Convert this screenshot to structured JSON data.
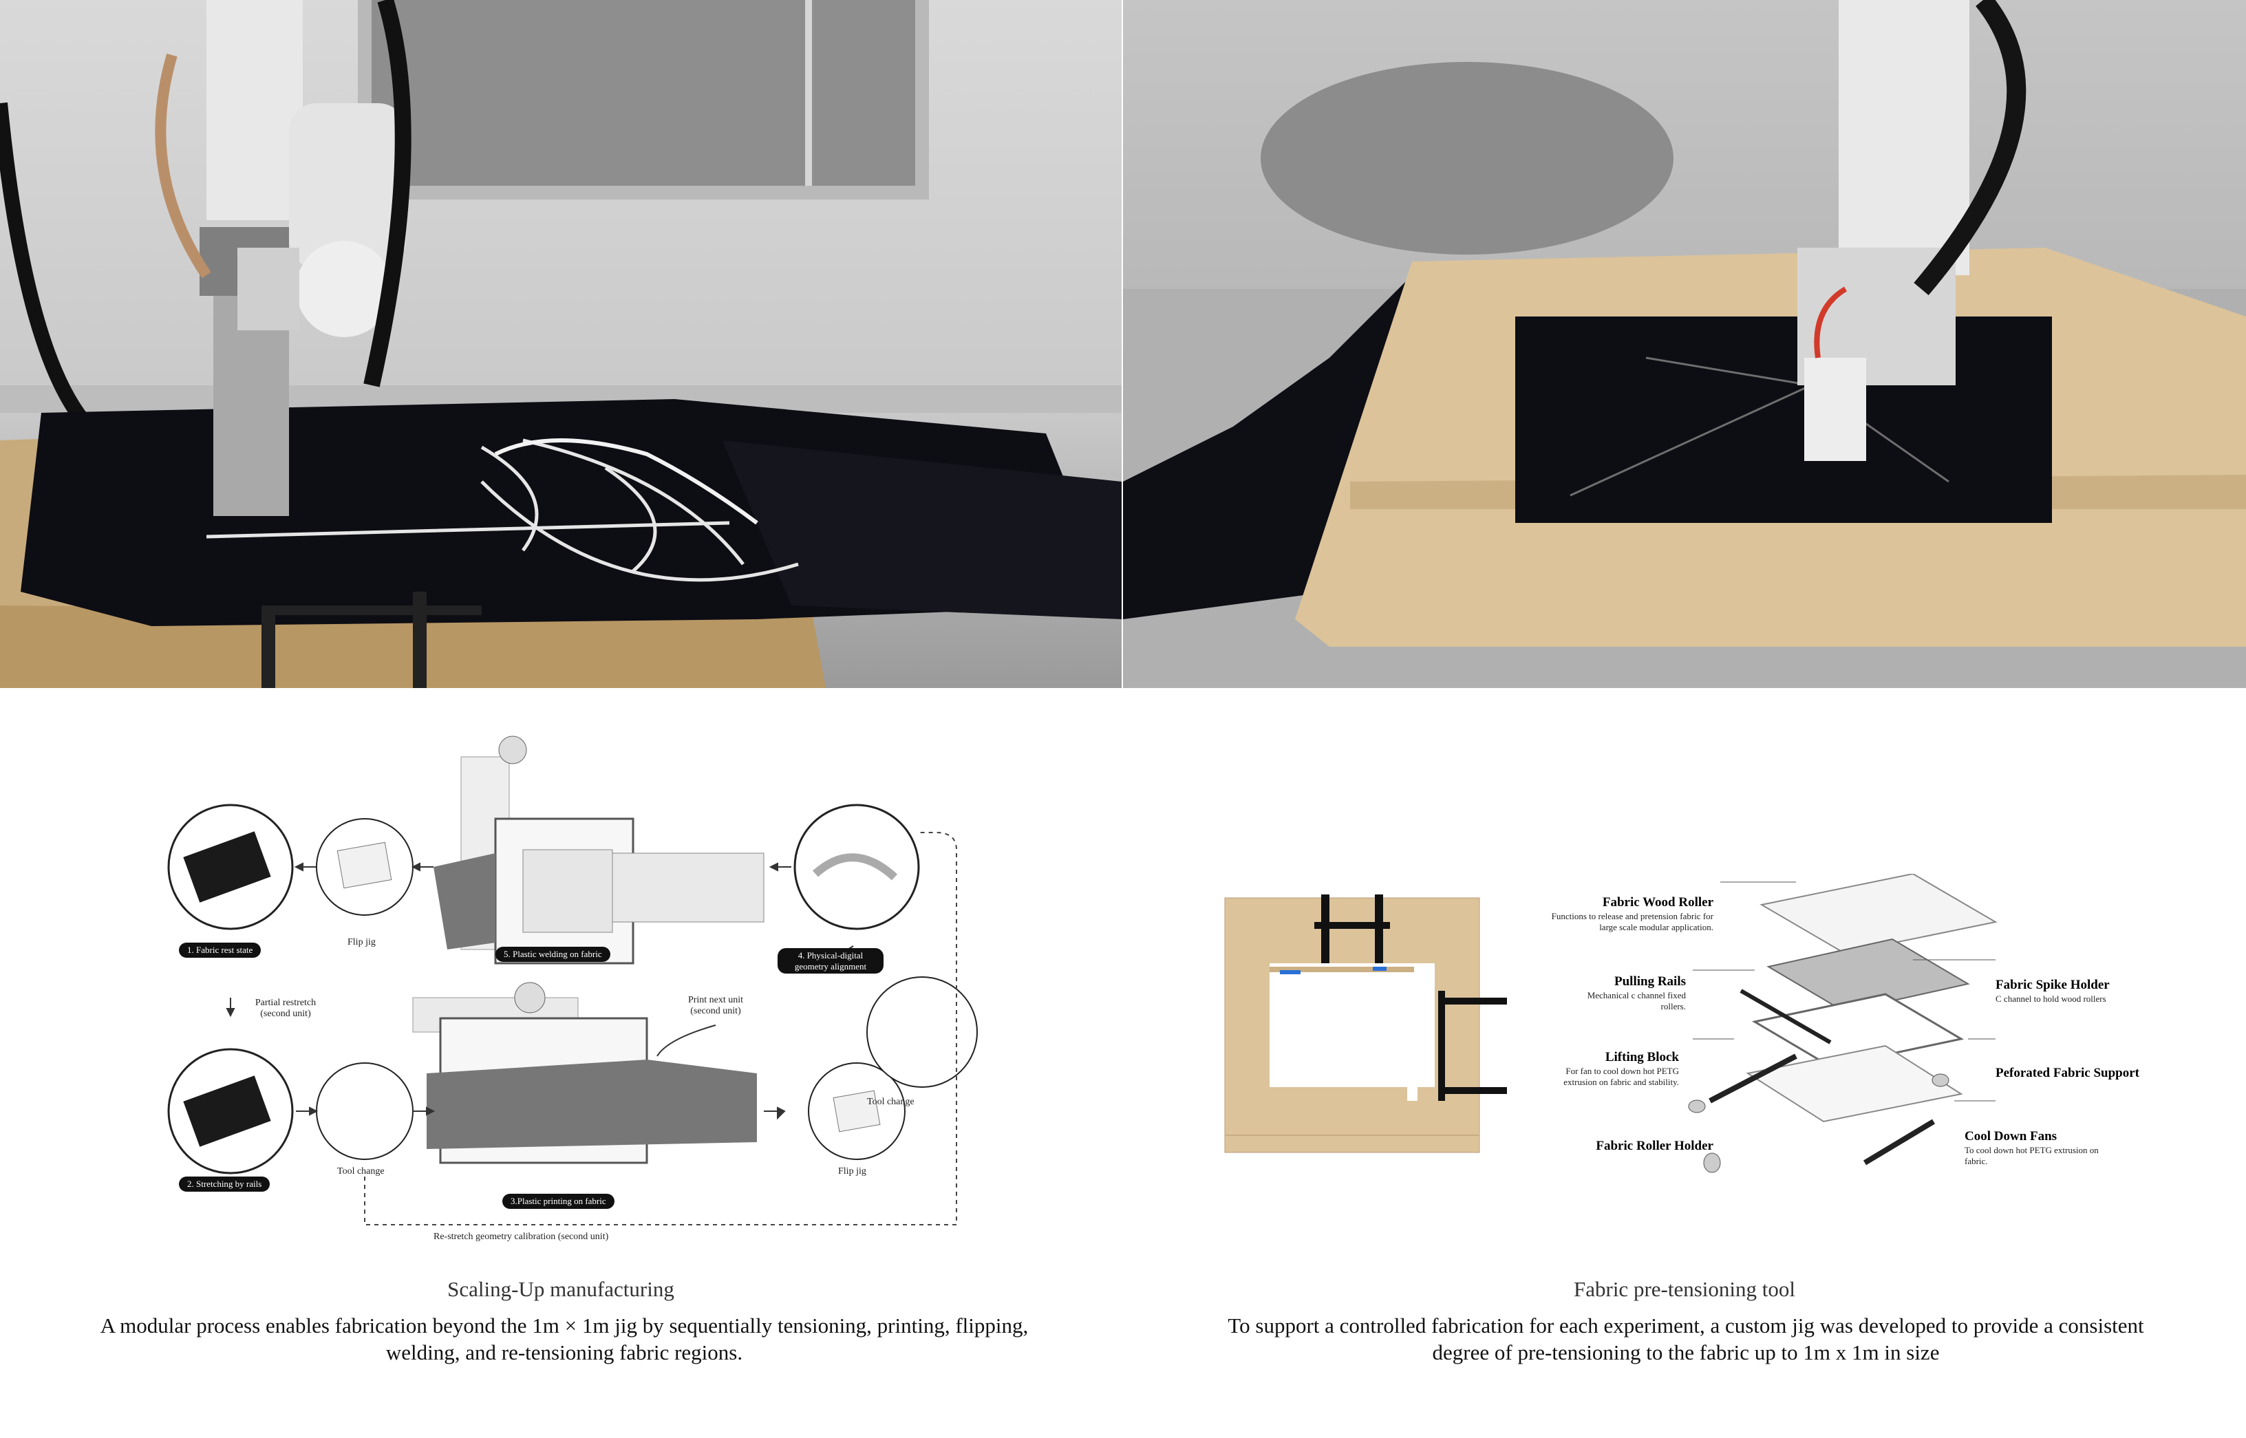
{
  "process_diagram": {
    "steps": {
      "s1": "1. Fabric rest state",
      "s2": "2. Stretching by rails",
      "s3": "3.Plastic printing on fabric",
      "s4": "4. Physical-digital geometry alignment",
      "s5": "5. Plastic welding on fabric"
    },
    "labels": {
      "flip_jig_top": "Flip jig",
      "partial_restretch": "Partial restretch (second unit)",
      "tool_change_bottom": "Tool change",
      "flip_jig_bottom": "Flip jig",
      "print_next_unit": "Print next unit (second unit)",
      "tool_change_right": "Tool change",
      "restretch_calibration": "Re-stretch geometry calibration (second unit)"
    }
  },
  "jig_diagram": {
    "annotations": {
      "roller_title": "Fabric Wood Roller",
      "roller_desc": "Functions to release and pretension fabric for large scale modular application.",
      "rails_title": "Pulling Rails",
      "rails_desc": "Mechanical c channel fixed rollers.",
      "lift_title": "Lifting Block",
      "lift_desc": "For fan to cool down hot PETG extrusion on fabric and stability.",
      "holder_title": "Fabric Roller Holder",
      "spike_title": "Fabric Spike Holder",
      "spike_desc": "C channel to hold wood rollers",
      "support_title": "Peforated Fabric Support",
      "fans_title": "Cool Down Fans",
      "fans_desc": "To cool down hot PETG extrusion on fabric."
    }
  },
  "captions": {
    "left_title": "Scaling-Up manufacturing",
    "left_text": "A modular process enables fabrication beyond the 1m × 1m jig by sequentially tensioning, printing, flipping, welding, and re-tensioning fabric regions.",
    "right_title": "Fabric pre-tensioning tool",
    "right_text": "To support a controlled fabrication for each experiment, a custom jig was developed to provide a consistent degree of pre-tensioning to the fabric up to 1m x 1m in size"
  },
  "colors": {
    "wood": "#dcc39a",
    "fabric": "#0d0d14",
    "accent_red": "#d23a2a",
    "robot": "#e8e8e8"
  }
}
